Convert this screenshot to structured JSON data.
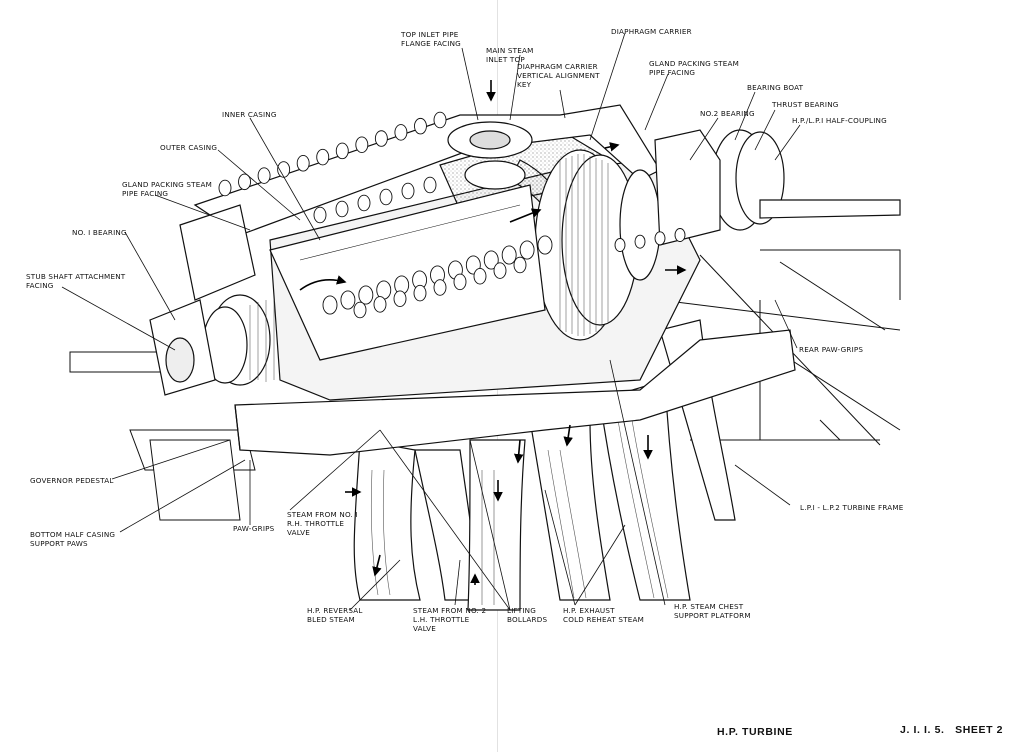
{
  "labels": {
    "top_inlet_pipe": "TOP INLET PIPE\nFLANGE FACING",
    "main_steam_inlet": "MAIN STEAM\nINLET TOP",
    "diaphragm_carrier": "DIAPHRAGM CARRIER",
    "diaphragm_key": "DIAPHRAGM CARRIER\nVERTICAL ALIGNMENT\nKEY",
    "gland_packing_right": "GLAND PACKING STEAM\nPIPE FACING",
    "bearing_boat": "BEARING BOAT",
    "no2_bearing": "No.2 BEARING",
    "thrust_bearing": "THRUST BEARING",
    "half_coupling": "H.P./L.P.I HALF-COUPLING",
    "inner_casing": "INNER CASING",
    "outer_casing": "OUTER CASING",
    "gland_packing_left": "GLAND PACKING STEAM\nPIPE FACING",
    "no1_bearing": "No. I BEARING",
    "stub_shaft": "STUB SHAFT ATTACHMENT\nFACING",
    "rear_paw_grips": "REAR PAW-GRIPS",
    "governor_pedestal": "GOVERNOR PEDESTAL",
    "lp_frame": "L.P.I - L.P.2 TURBINE FRAME",
    "bottom_half_casing": "BOTTOM HALF CASING\nSUPPORT PAWS",
    "paw_grips": "PAW-GRIPS",
    "steam_no1": "STEAM FROM No. I\nR.H. THROTTLE\nVALVE",
    "hp_reversal": "H.P. REVERSAL\nBLED STEAM",
    "steam_no2": "STEAM FROM No. 2\nL.H. THROTTLE\nVALVE",
    "lifting_bollards": "LIFTING\nBOLLARDS",
    "hp_exhaust": "H.P. EXHAUST\nCOLD REHEAT STEAM",
    "steam_chest": "H.P. STEAM CHEST\nSUPPORT PLATFORM"
  },
  "footer": {
    "title": "H.P. TURBINE",
    "sheet": "J. I. I. 5.   SHEET 2"
  }
}
